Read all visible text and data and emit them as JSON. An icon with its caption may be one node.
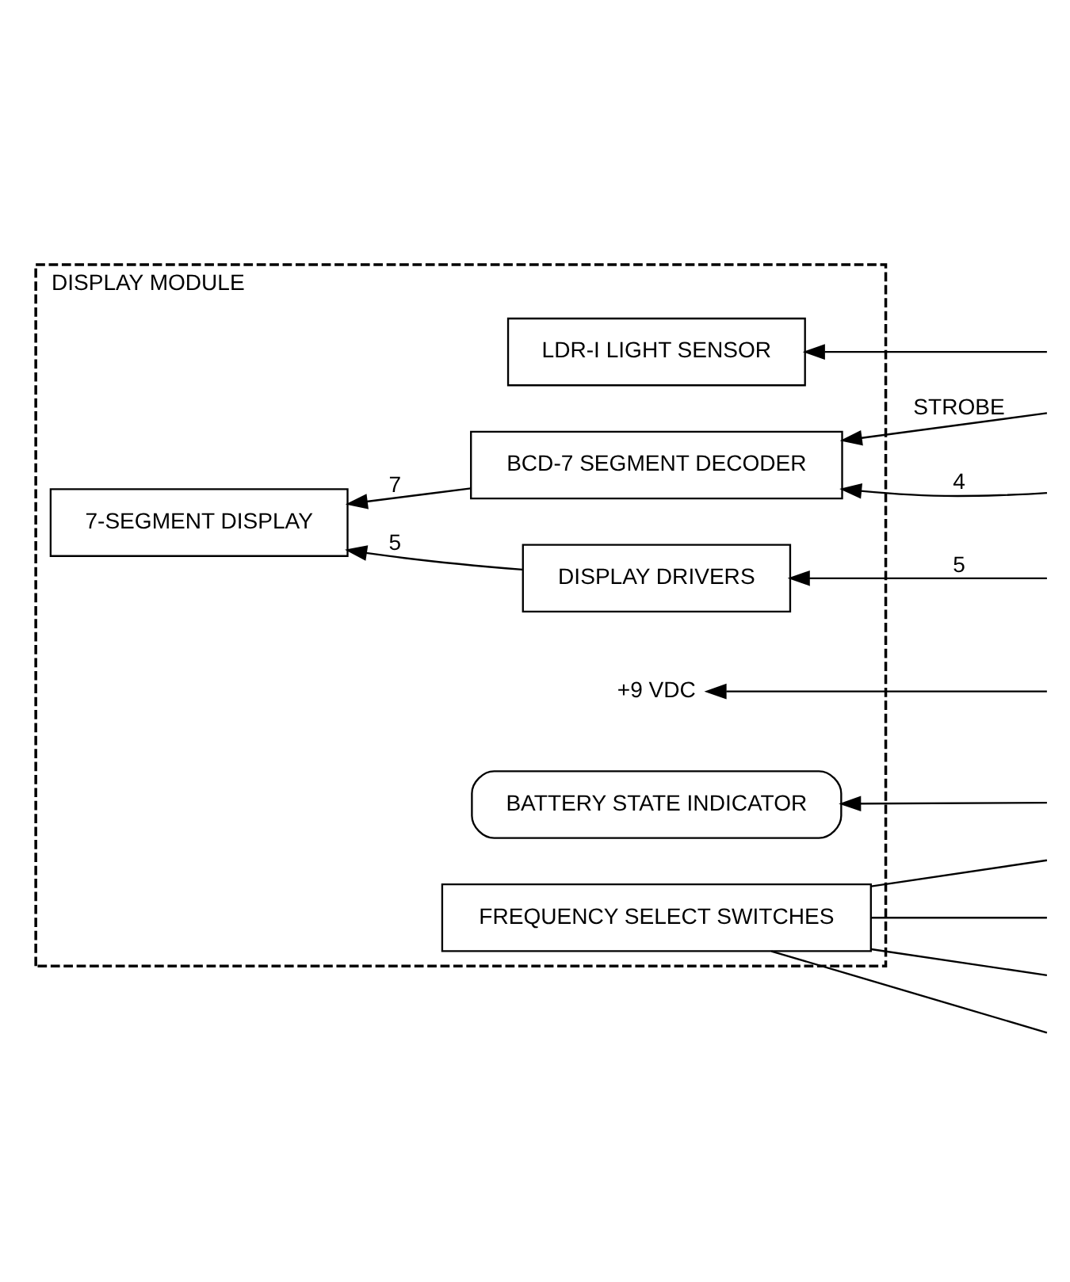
{
  "diagram": {
    "nodes": [
      {
        "text": [
          "DISPLAY MODULE"
        ]
      },
      {
        "text": [
          "LDR-I LIGHT SENSOR"
        ],
        "in": 0
      },
      {
        "text": [
          "BCD-7 SEGMENT DECODER"
        ],
        "in": 0
      },
      {
        "text": [
          "7-SEGMENT DISPLAY"
        ],
        "in": 0
      },
      {
        "text": [
          "DISPLAY DRIVERS"
        ],
        "in": 0
      },
      {
        "text": [
          "+9 VDC"
        ],
        "in": 0
      },
      {
        "text": [
          "BATTERY STATE INDICATOR"
        ],
        "in": 0
      },
      {
        "text": [
          "FREQUENCY SELECT SWITCHES"
        ],
        "in": 0
      }
    ],
    "edges": [
      {
        "from": null,
        "to": 1,
        "arrow": "to"
      },
      {
        "from": null,
        "to": 2,
        "arrow": "to",
        "label": "STROBE"
      },
      {
        "from": null,
        "to": 2,
        "arrow": "to",
        "label": "4"
      },
      {
        "from": 2,
        "to": 3,
        "arrow": "to",
        "label": "7"
      },
      {
        "from": 4,
        "to": 3,
        "arrow": "to",
        "label": "5"
      },
      {
        "from": null,
        "to": 4,
        "arrow": "to",
        "label": "5"
      },
      {
        "from": null,
        "to": 5,
        "arrow": "to"
      },
      {
        "from": null,
        "to": 6,
        "arrow": "to"
      },
      {
        "from": 7,
        "to": null,
        "arrow": "none"
      },
      {
        "from": 7,
        "to": null,
        "arrow": "none"
      },
      {
        "from": 7,
        "to": null,
        "arrow": "none"
      },
      {
        "from": 7,
        "to": null,
        "arrow": "none"
      }
    ]
  }
}
